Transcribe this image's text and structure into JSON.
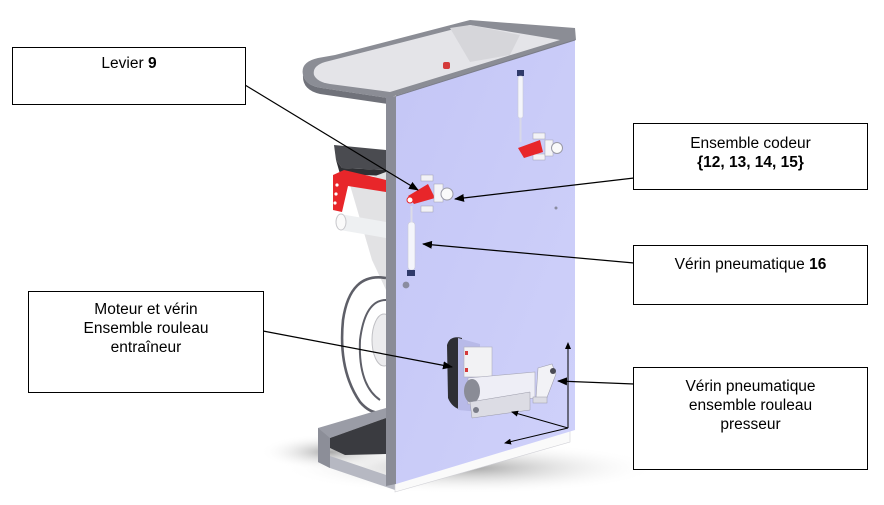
{
  "diagram": {
    "type": "annotated-mechanical-assembly",
    "colors": {
      "panel": "#c8caf8",
      "frame_gray": "#8a8c94",
      "lever_red": "#e8262a",
      "arrow": "#000000",
      "callout_border": "#000000"
    },
    "callouts": [
      {
        "id": "levier",
        "lines": [
          {
            "text": "Levier ",
            "bold": "9"
          }
        ]
      },
      {
        "id": "codeur",
        "lines": [
          {
            "text": "Ensemble codeur",
            "bold": ""
          },
          {
            "text": "",
            "bold": "{12, 13, 14, 15}"
          }
        ]
      },
      {
        "id": "verin16",
        "lines": [
          {
            "text": "Vérin pneumatique ",
            "bold": "16"
          }
        ]
      },
      {
        "id": "moteur",
        "lines": [
          {
            "text": "Moteur et vérin",
            "bold": ""
          },
          {
            "text": "Ensemble rouleau",
            "bold": ""
          },
          {
            "text": "entraîneur",
            "bold": ""
          }
        ]
      },
      {
        "id": "presseur",
        "lines": [
          {
            "text": "Vérin pneumatique",
            "bold": ""
          },
          {
            "text": "ensemble rouleau",
            "bold": ""
          },
          {
            "text": "presseur",
            "bold": ""
          }
        ]
      }
    ]
  }
}
